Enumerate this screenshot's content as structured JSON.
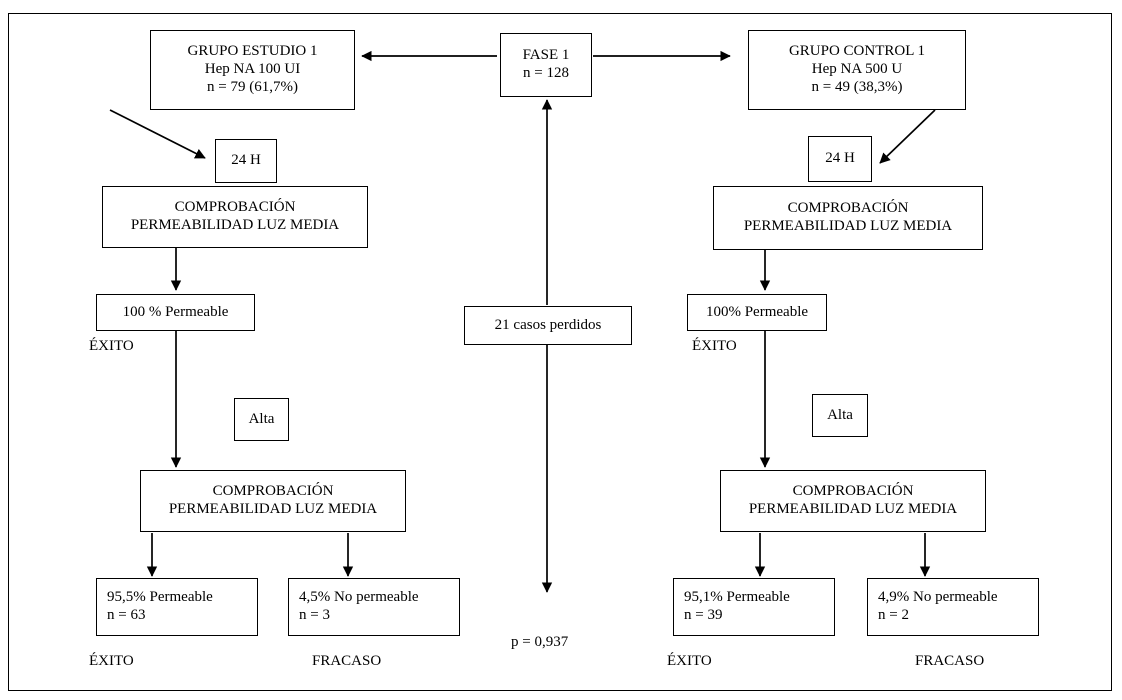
{
  "diagram": {
    "title_hidden": "",
    "nodes": {
      "fase1": {
        "lines": [
          "FASE 1",
          "n = 128"
        ]
      },
      "grupo_estudio": {
        "lines": [
          "GRUPO ESTUDIO 1",
          "Hep NA 100 UI",
          "n = 79 (61,7%)"
        ]
      },
      "grupo_control": {
        "lines": [
          "GRUPO CONTROL 1",
          "Hep NA 500 U",
          "n = 49 (38,3%)"
        ]
      },
      "h24_left": {
        "lines": [
          "24 H"
        ]
      },
      "h24_right": {
        "lines": [
          "24 H"
        ]
      },
      "comprobacion_left_top": {
        "lines": [
          "COMPROBACIÓN",
          "PERMEABILIDAD LUZ MEDIA"
        ]
      },
      "comprobacion_right_top": {
        "lines": [
          "COMPROBACIÓN",
          "PERMEABILIDAD LUZ MEDIA"
        ]
      },
      "permeable_left": {
        "lines": [
          "100 % Permeable"
        ]
      },
      "permeable_right": {
        "lines": [
          "100% Permeable"
        ]
      },
      "alta_left": {
        "lines": [
          "Alta"
        ]
      },
      "alta_right": {
        "lines": [
          "Alta"
        ]
      },
      "comprobacion_left_bottom": {
        "lines": [
          "COMPROBACIÓN",
          "PERMEABILIDAD LUZ MEDIA"
        ]
      },
      "comprobacion_right_bottom": {
        "lines": [
          "COMPROBACIÓN",
          "PERMEABILIDAD LUZ MEDIA"
        ]
      },
      "result_left_success": {
        "lines": [
          "95,5% Permeable",
          "n = 63"
        ]
      },
      "result_left_failure": {
        "lines": [
          "4,5% No permeable",
          "n = 3"
        ]
      },
      "result_right_success": {
        "lines": [
          "95,1% Permeable",
          "n = 39"
        ]
      },
      "result_right_failure": {
        "lines": [
          "4,9% No permeable",
          "n = 2"
        ]
      },
      "casos_perdidos": {
        "lines": [
          "21 casos perdidos"
        ]
      }
    },
    "labels": {
      "exito_left_top": "ÉXITO",
      "exito_right_top": "ÉXITO",
      "exito_left_bottom": "ÉXITO",
      "fracaso_left_bottom": "FRACASO",
      "exito_right_bottom": "ÉXITO",
      "fracaso_right_bottom": "FRACASO",
      "p_value": "p = 0,937"
    },
    "colors": {
      "stroke": "#000000",
      "background": "#ffffff",
      "text": "#000000"
    }
  }
}
